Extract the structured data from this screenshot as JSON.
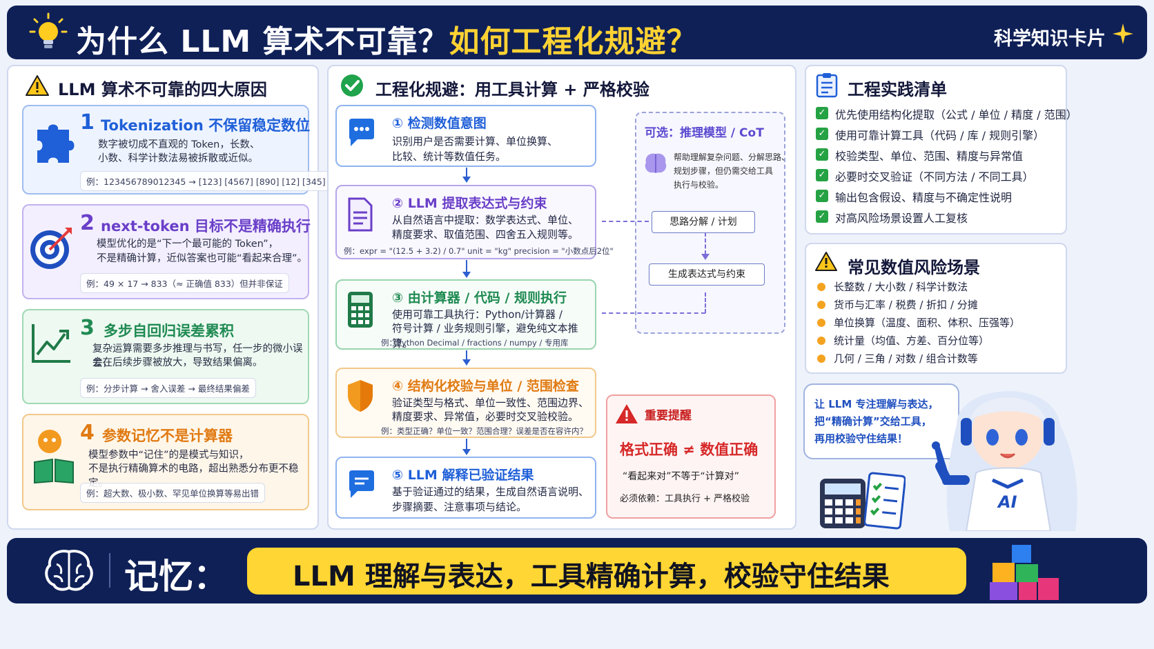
{
  "header": {
    "title_part1": "为什么 LLM 算术不可靠？",
    "title_part2": "如何工程化规避？",
    "badge": "科学知识卡片"
  },
  "left": {
    "title": "LLM 算术不可靠的四大原因",
    "cards": [
      {
        "num": "1",
        "title": "Tokenization 不保留稳定数位",
        "desc1": "数字被切成不直观的 Token，长数、",
        "desc2": "小数、科学计数法易被拆散或近似。",
        "example": "例：123456789012345 → [123] [4567] [890] [12] [345]"
      },
      {
        "num": "2",
        "title": "next-token 目标不是精确执行",
        "desc1": "模型优化的是“下一个最可能的 Token”，",
        "desc2": "不是精确计算，近似答案也可能“看起来合理”。",
        "example": "例：49 × 17 → 833（≈ 正确值 833）但并非保证"
      },
      {
        "num": "3",
        "title": "多步自回归误差累积",
        "desc1": "复杂运算需要多步推理与书写，任一步的微小误差，",
        "desc2": "会在后续步骤被放大，导致结果偏离。",
        "example": "例：分步计算 → 舍入误差 → 最终结果偏差"
      },
      {
        "num": "4",
        "title": "参数记忆不是计算器",
        "desc1": "模型参数中“记住”的是模式与知识，",
        "desc2": "不是执行精确算术的电路，超出熟悉分布更不稳定。",
        "example": "例：超大数、极小数、罕见单位换算等易出错"
      }
    ]
  },
  "middle": {
    "title": "工程化规避：用工具计算 + 严格校验",
    "steps": [
      {
        "title": "① 检测数值意图",
        "desc1": "识别用户是否需要计算、单位换算、",
        "desc2": "比较、统计等数值任务。",
        "example": ""
      },
      {
        "title": "② LLM 提取表达式与约束",
        "desc1": "从自然语言中提取：数学表达式、单位、",
        "desc2": "精度要求、取值范围、四舍五入规则等。",
        "example": "例：expr = \"(12.5 + 3.2) / 0.7\"   unit = \"kg\"   precision = \"小数点后2位\""
      },
      {
        "title": "③ 由计算器 / 代码 / 规则执行",
        "desc1": "使用可靠工具执行：Python/计算器 /",
        "desc2": "符号计算 / 业务规则引擎，避免纯文本推算。",
        "example": "例：Python Decimal / fractions / numpy / 专用库"
      },
      {
        "title": "④ 结构化校验与单位 / 范围检查",
        "desc1": "验证类型与格式、单位一致性、范围边界、",
        "desc2": "精度要求、异常值，必要时交叉验校验。",
        "example": "例：类型正确？单位一致？范围合理？误差是否在容许内？"
      },
      {
        "title": "⑤ LLM 解释已验证结果",
        "desc1": "基于验证通过的结果，生成自然语言说明、",
        "desc2": "步骤摘要、注意事项与结论。",
        "example": ""
      }
    ],
    "optional": {
      "title": "可选：推理模型 / CoT",
      "desc1": "帮助理解复杂问题、分解思路、",
      "desc2": "规划步骤，但仍需交给工具",
      "desc3": "执行与校验。",
      "box1": "思路分解 / 计划",
      "box2": "生成表达式与约束"
    },
    "warning": {
      "title": "重要提醒",
      "main": "格式正确 ≠ 数值正确",
      "line1": "“看起来对”不等于“计算对”",
      "line2": "必须依赖：工具执行 + 严格校验"
    }
  },
  "right": {
    "checklist_title": "工程实践清单",
    "checklist": [
      "优先使用结构化提取（公式 / 单位 / 精度 / 范围）",
      "使用可靠计算工具（代码 / 库 / 规则引擎）",
      "校验类型、单位、范围、精度与异常值",
      "必要时交叉验证（不同方法 / 不同工具）",
      "输出包含假设、精度与不确定性说明",
      "对高风险场景设置人工复核"
    ],
    "risk_title": "常见数值风险场景",
    "risks": [
      "长整数 / 大小数 / 科学计数法",
      "货币与汇率 / 税费 / 折扣 / 分摊",
      "单位换算（温度、面积、体积、压强等）",
      "统计量（均值、方差、百分位等）",
      "几何 / 三角 / 对数 / 组合计数等"
    ],
    "bubble": [
      "让 LLM 专注理解与表达，",
      "把“精确计算”交给工具，",
      "再用校验守住结果！"
    ],
    "ai_label": "AI"
  },
  "footer": {
    "memory_label": "记忆：",
    "slogan": "LLM 理解与表达，工具精确计算，校验守住结果"
  },
  "colors": {
    "navy": "#0f2057",
    "yellow": "#ffd233",
    "card1": "#1f5fd8",
    "card2": "#6a3fc8",
    "card3": "#1f8a52",
    "card4": "#e07a12",
    "danger": "#d62828"
  }
}
